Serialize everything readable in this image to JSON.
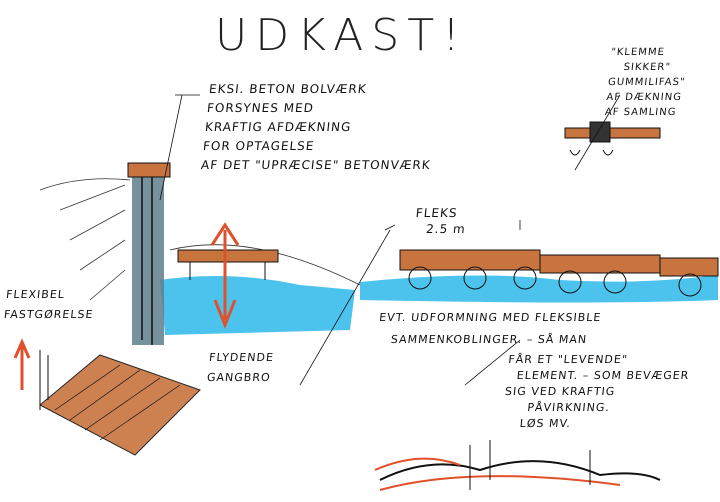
{
  "title": "UDKAST!",
  "notes": {
    "existing_wall": [
      "EKSI. BETON BOLVÆRK",
      "FORSYNES MED",
      "KRAFTIG AFDÆKNING",
      "FOR OPTAGELSE",
      "AF DET \"UPRÆCISE\" BETONVÆRK"
    ],
    "clamp": [
      "\"KLEMME",
      "SIKKER\"",
      "GUMMILIFAS\"",
      "AF DÆKNING",
      "AF SAMLING"
    ],
    "flex": [
      "FLEKS",
      "2.5 m"
    ],
    "flexible_design": [
      "EVT. UDFORMNING MED FLEKSIBLE",
      "SAMMENKOBLINGER. – SÅ MAN"
    ],
    "living": [
      "FÅR ET \"LEVENDE\"",
      "ELEMENT. – SOM BEVÆGER",
      "SIG VED KRAFTIG",
      "PÅVIRKNING.",
      "LØS MV."
    ],
    "fastening": [
      "FLEXIBEL",
      "FASTGØRELSE"
    ],
    "walkway": [
      "FLYDENDE",
      "GANGBRO"
    ]
  },
  "colors": {
    "water": "#29b6e8",
    "wood": "#c8743f",
    "concrete": "#5f7f8c",
    "arrow": "#e0502a"
  }
}
